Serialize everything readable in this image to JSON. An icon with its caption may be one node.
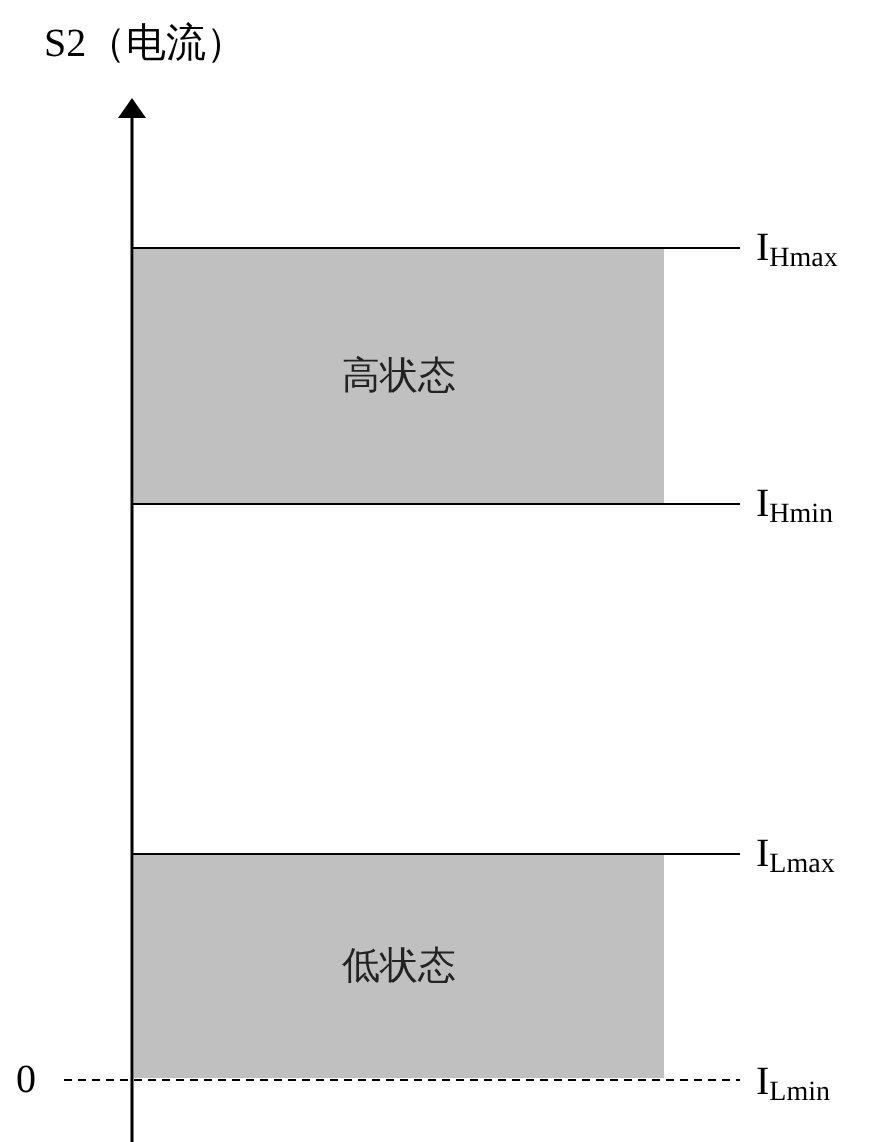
{
  "diagram": {
    "nodes": [
      {
        "text": [
          "高状态"
        ]
      },
      {
        "text": [
          "低状态"
        ]
      }
    ],
    "labels": [
      "S2（电流）",
      "I$_{Hmax}$",
      "I$_{Hmin}$",
      "I$_{Lmax}$",
      "I$_{Lmin}$",
      "0"
    ]
  }
}
